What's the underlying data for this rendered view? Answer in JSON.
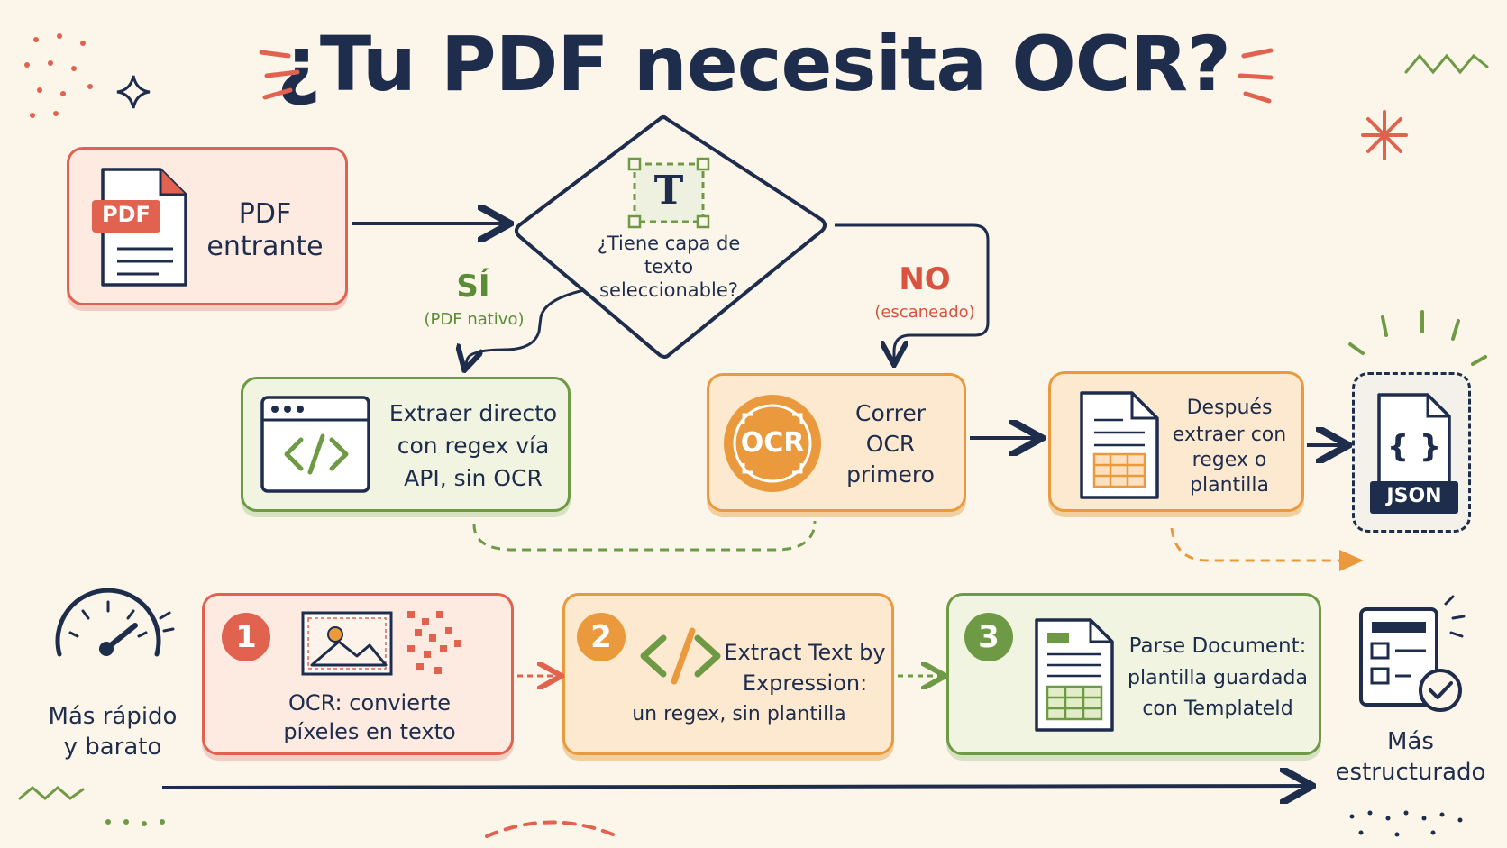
{
  "title": "¿Tu PDF necesita OCR?",
  "input": {
    "badge": "PDF",
    "label_line1": "PDF",
    "label_line2": "entrante"
  },
  "decision": {
    "icon": "T",
    "line1": "¿Tiene capa de",
    "line2": "texto",
    "line3": "seleccionable?"
  },
  "yes": {
    "label": "SÍ",
    "sub": "(PDF nativo)"
  },
  "no": {
    "label": "NO",
    "sub": "(escaneado)"
  },
  "direct_extract": {
    "line1": "Extraer directo",
    "line2": "con regex vía",
    "line3": "API, sin OCR"
  },
  "run_ocr": {
    "badge": "OCR",
    "line1": "Correr",
    "line2": "OCR",
    "line3": "primero"
  },
  "after_extract": {
    "line1": "Después",
    "line2": "extraer con",
    "line3": "regex o",
    "line4": "plantilla"
  },
  "output": {
    "badge": "JSON",
    "braces": "{ }"
  },
  "steps": [
    {
      "number": "1",
      "line1": "OCR: convierte",
      "line2": "píxeles en texto"
    },
    {
      "number": "2",
      "line1": "Extract Text by",
      "line2": "Expression:",
      "line3": "un regex, sin plantilla"
    },
    {
      "number": "3",
      "line1": "Parse Document:",
      "line2": "plantilla guardada",
      "line3": "con TemplateId"
    }
  ],
  "scale": {
    "left_line1": "Más rápido",
    "left_line2": "y barato",
    "right_line1": "Más",
    "right_line2": "estructurado"
  },
  "colors": {
    "navy": "#1f2d4d",
    "red": "#e0624f",
    "green": "#6f9a45",
    "orange": "#ea9a3c"
  }
}
